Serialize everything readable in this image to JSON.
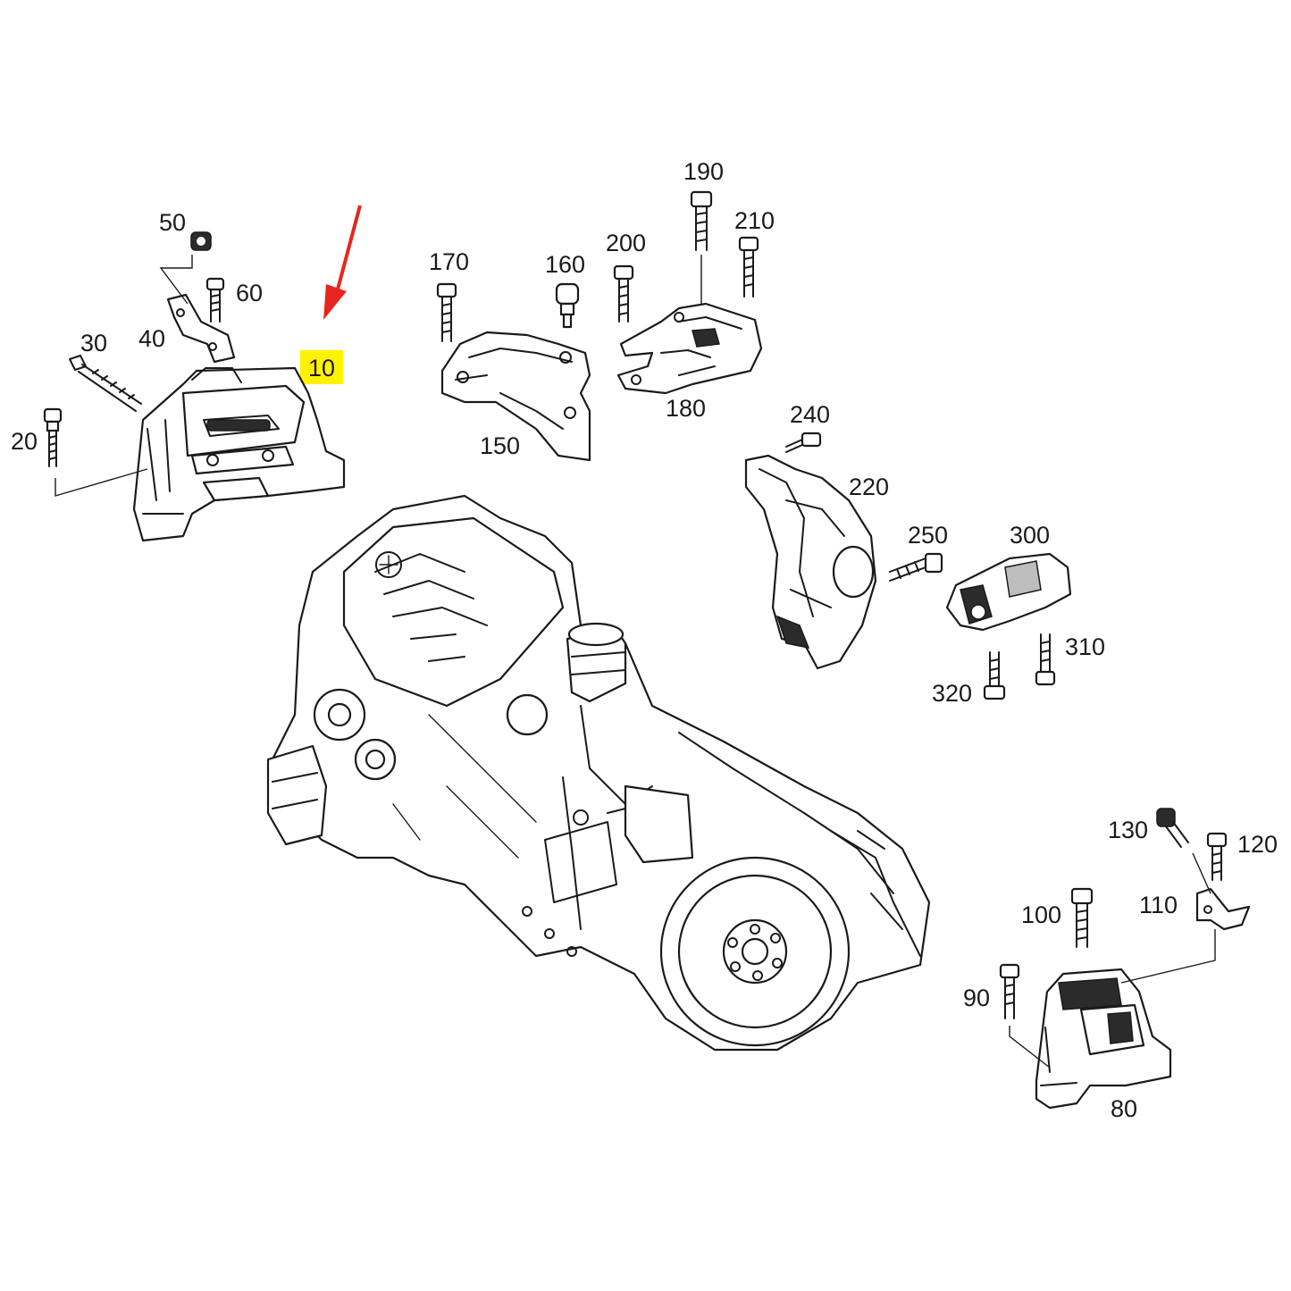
{
  "highlight": {
    "part_number": "10",
    "color": "#fff200"
  },
  "arrow": {
    "color": "#e8251f"
  },
  "labels": {
    "p10": "10",
    "p20": "20",
    "p30": "30",
    "p40": "40",
    "p50": "50",
    "p60": "60",
    "p80": "80",
    "p90": "90",
    "p100": "100",
    "p110": "110",
    "p120": "120",
    "p130": "130",
    "p150": "150",
    "p160": "160",
    "p170": "170",
    "p180": "180",
    "p190": "190",
    "p200": "200",
    "p210": "210",
    "p220": "220",
    "p240": "240",
    "p250": "250",
    "p300": "300",
    "p310": "310",
    "p320": "320"
  }
}
